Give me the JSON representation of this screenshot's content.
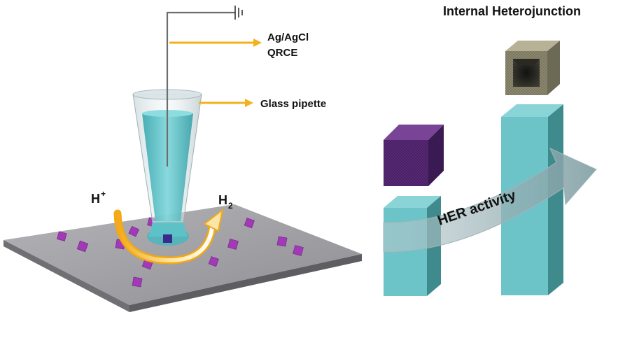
{
  "title": "Internal Heterojunction",
  "labels": {
    "electrode_line1": "Ag/AgCl",
    "electrode_line2": "QRCE",
    "pipette": "Glass pipette",
    "reactant_main": "H",
    "reactant_sup": "+",
    "product_main": "H",
    "product_sub": "2",
    "activity": "HER activity"
  },
  "colors": {
    "substrate": "#a6a6aa",
    "nanocube": "#a23ab8",
    "solid_cube": "#5a2a78",
    "hollow_shell": "#8a8670",
    "bar_front": "#6cc3c8",
    "bar_side": "#3f8a8d",
    "callout_arrow": "#f2b21c",
    "electrolyte": "#5cc2c8"
  },
  "icons": [
    "ground-symbol-icon",
    "curved-arrow-icon",
    "solid-cube-icon",
    "hollow-cube-icon"
  ]
}
